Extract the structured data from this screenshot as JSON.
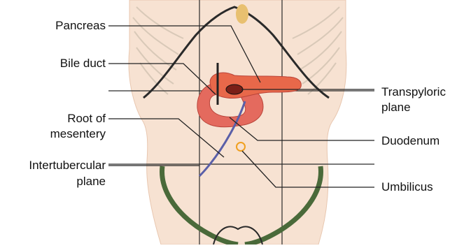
{
  "labels": {
    "pancreas": "Pancreas",
    "bile_duct": "Bile duct",
    "root_of_mesentery_line1": "Root of",
    "root_of_mesentery_line2": "mesentery",
    "intertubercular_line1": "Intertubercular",
    "intertubercular_line2": "plane",
    "transpyloric_line1": "Transpyloric",
    "transpyloric_line2": "plane",
    "duodenum": "Duodenum",
    "umbilicus": "Umbilicus"
  },
  "colors": {
    "skin": "#f7e2d2",
    "skin_shadow": "#e8c7b0",
    "outline": "#2a2a2a",
    "rib": "#d9c9b8",
    "pancreas": "#e8684a",
    "duodenum": "#e46a5e",
    "iliac": "#4a6a3a",
    "vessel": "#5a5fa8",
    "umbilicus": "#f0a020",
    "leader": "#222222"
  }
}
